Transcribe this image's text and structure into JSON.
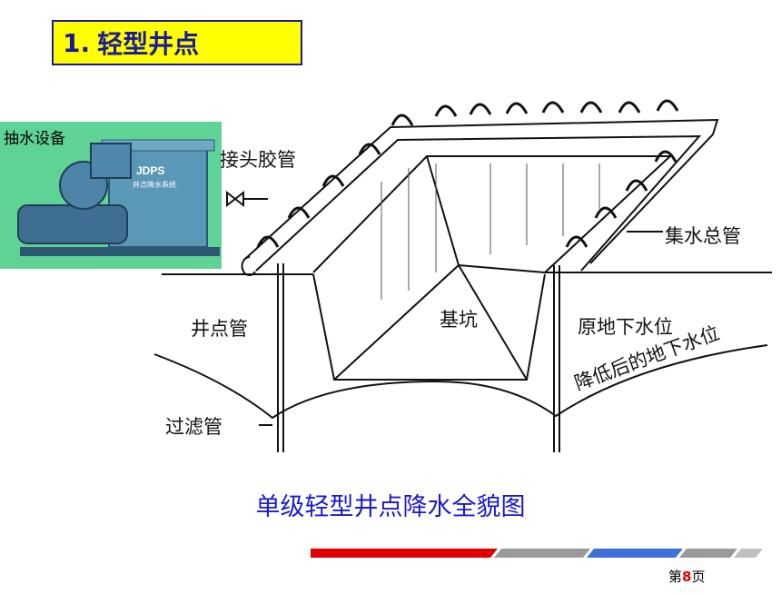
{
  "title": {
    "number": "1.",
    "text": "轻型井点"
  },
  "equipment": {
    "label": "抽水设备",
    "brand": "JDPS",
    "subtitle": "井点降水系统"
  },
  "labels": {
    "joint_hose": "接头胶管",
    "header_pipe": "集水总管",
    "pit": "基坑",
    "original_water_level": "原地下水位",
    "well_pipe": "井点管",
    "lowered_water_level": "降低后的地下水位",
    "filter_pipe": "过滤管"
  },
  "caption": "单级轻型井点降水全貌图",
  "page": {
    "prefix": "第",
    "number": "8",
    "suffix": "页"
  },
  "colors": {
    "title_bg": "#ffff00",
    "title_text": "#1a1a9a",
    "caption": "#1a1ad2",
    "equipment_bg": "#5fd296",
    "footer_red": "#e00000",
    "footer_blue": "#3f6fd8"
  }
}
